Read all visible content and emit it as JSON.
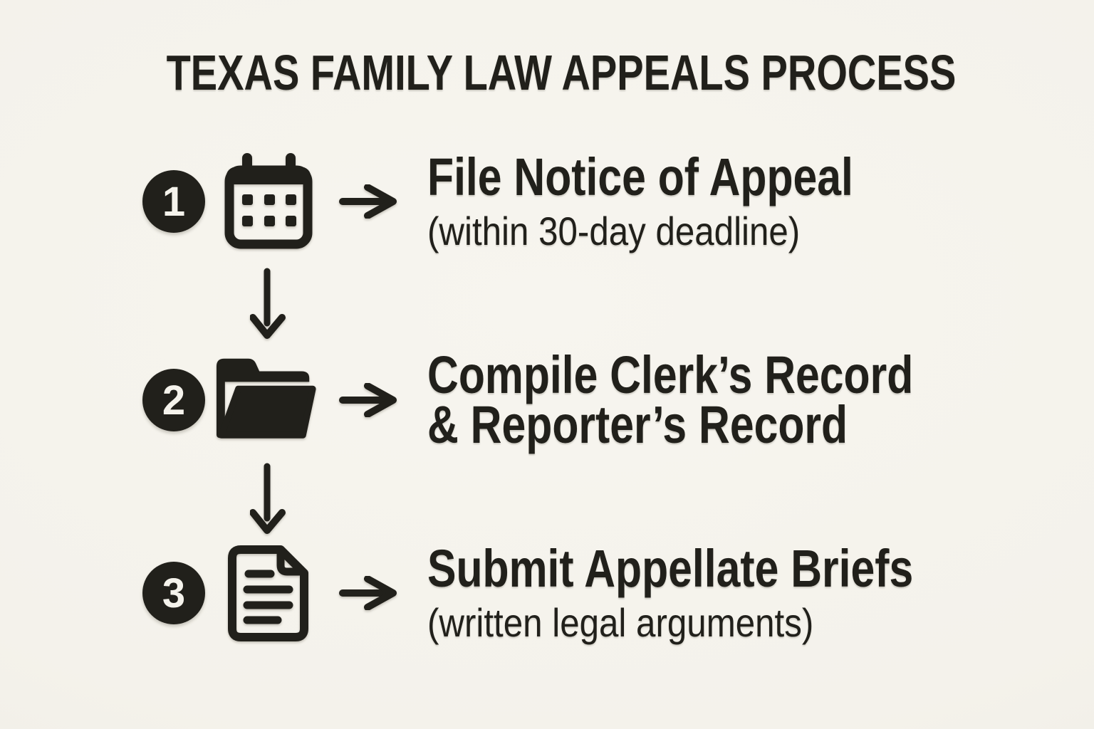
{
  "title": "TEXAS FAMILY LAW APPEALS PROCESS",
  "colors": {
    "background": "#f4f2eb",
    "ink": "#21201b",
    "badge_text": "#f5f3ec"
  },
  "steps": [
    {
      "number": "1",
      "icon": "calendar-icon",
      "heading": "File Notice of Appeal",
      "subheading": "(within 30-day deadline)"
    },
    {
      "number": "2",
      "icon": "folder-open-icon",
      "heading": "Compile Clerk’s Record\n& Reporter’s Record",
      "subheading": ""
    },
    {
      "number": "3",
      "icon": "document-icon",
      "heading": "Submit Appellate Briefs",
      "subheading": "(written legal arguments)"
    }
  ]
}
